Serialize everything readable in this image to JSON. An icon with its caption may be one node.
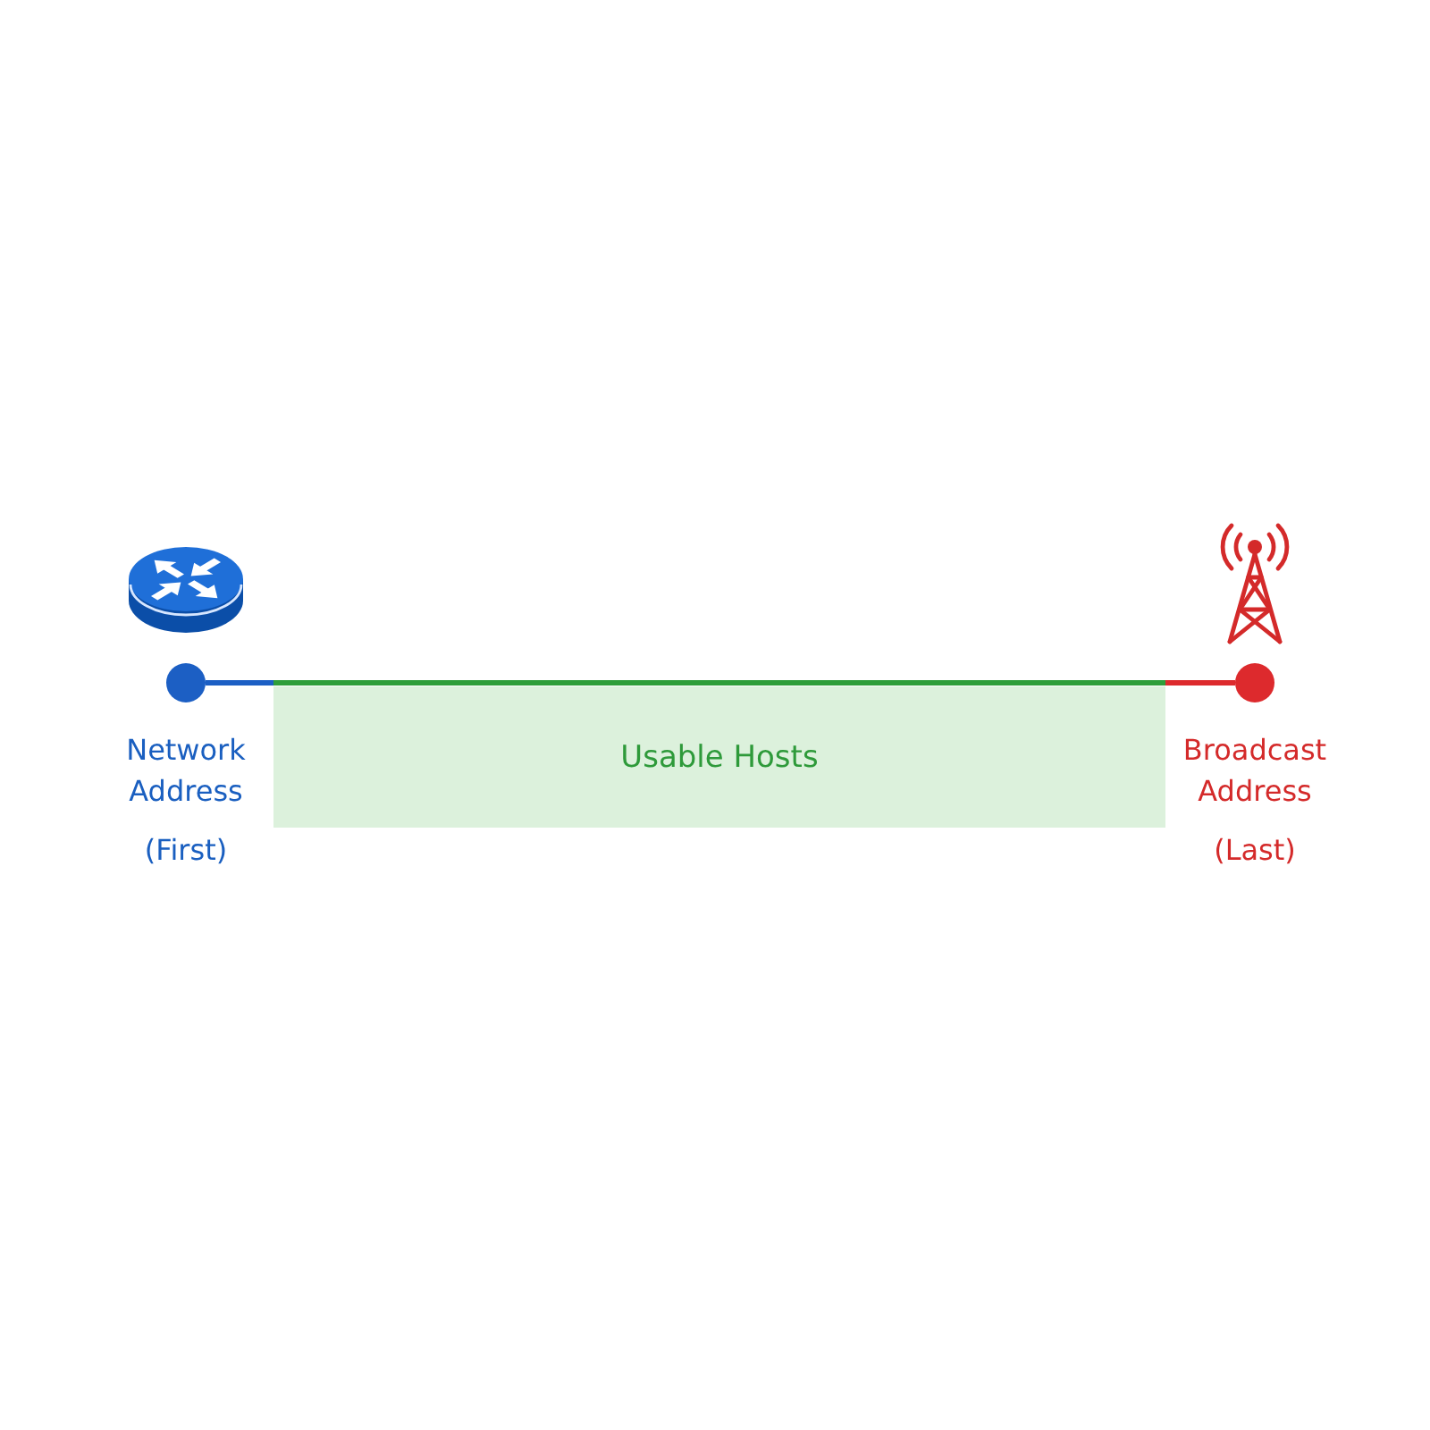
{
  "diagram": {
    "nodes": [
      {
        "text": [],
        "shape": "circle",
        "beside": [
          "Network Address",
          "(First)"
        ]
      },
      {
        "text": [
          "Usable Hosts"
        ]
      },
      {
        "text": [],
        "shape": "circle",
        "beside": [
          "Broadcast Address",
          "(Last)"
        ]
      }
    ],
    "edges": [
      {
        "from": 0,
        "to": 2,
        "arrow": "none"
      }
    ]
  }
}
